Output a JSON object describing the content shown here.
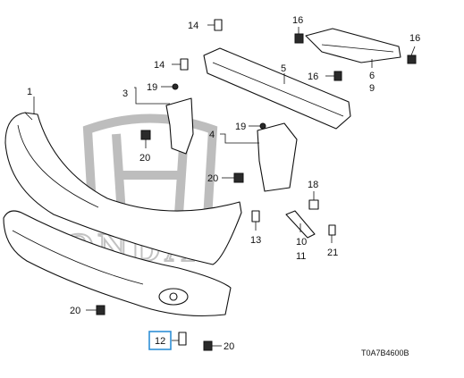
{
  "diagram": {
    "callouts": {
      "c1": "1",
      "c3": "3",
      "c4": "4",
      "c5": "5",
      "c6": "6",
      "c9": "9",
      "c10": "10",
      "c11": "11",
      "c12": "12",
      "c13": "13",
      "c14_top": "14",
      "c14_mid": "14",
      "c16_top": "16",
      "c16_right": "16",
      "c16_mid": "16",
      "c18": "18",
      "c19_a": "19",
      "c19_b": "19",
      "c20_a": "20",
      "c20_b": "20",
      "c20_c": "20",
      "c20_d": "20",
      "c21": "21"
    },
    "diagram_code": "T0A7B4600B",
    "watermark": "HONDA",
    "highlight_color": "#2f8fd6"
  }
}
